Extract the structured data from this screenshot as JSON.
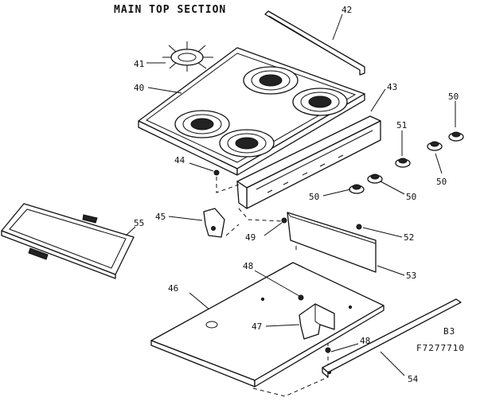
{
  "title": "MAIN TOP SECTION",
  "drawing_code": "B3",
  "model_code": "F7277710",
  "part_labels": {
    "p40": "40",
    "p41": "41",
    "p42": "42",
    "p43": "43",
    "p44": "44",
    "p45": "45",
    "p46": "46",
    "p47": "47",
    "p48a": "48",
    "p48b": "48",
    "p49": "49",
    "p50a": "50",
    "p50b": "50",
    "p50c": "50",
    "p50d": "50",
    "p51": "51",
    "p52": "52",
    "p53": "53",
    "p54": "54",
    "p55": "55"
  }
}
